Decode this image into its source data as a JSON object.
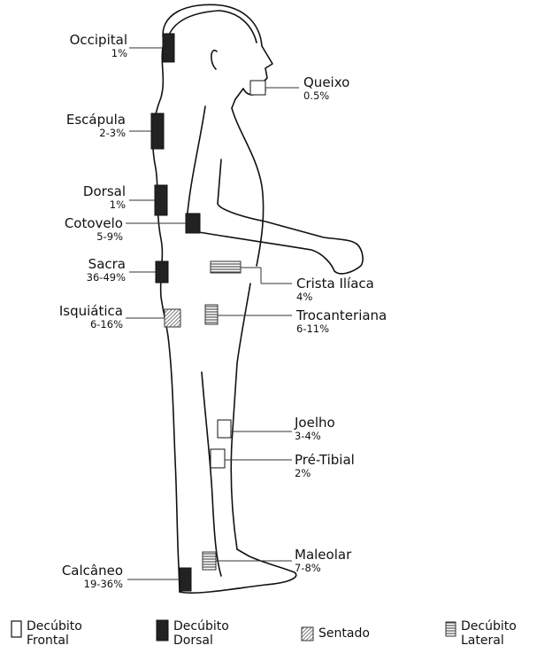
{
  "sites": {
    "occipital": {
      "name": "Occipital",
      "percent": "1%"
    },
    "escapula": {
      "name": "Escápula",
      "percent": "2-3%"
    },
    "dorsal": {
      "name": "Dorsal",
      "percent": "1%"
    },
    "cotovelo": {
      "name": "Cotovelo",
      "percent": "5-9%"
    },
    "sacra": {
      "name": "Sacra",
      "percent": "36-49%"
    },
    "isquiatica": {
      "name": "Isquiática",
      "percent": "6-16%"
    },
    "calcaneo": {
      "name": "Calcâneo",
      "percent": "19-36%"
    },
    "queixo": {
      "name": "Queixo",
      "percent": "0.5%"
    },
    "crista_iliaca": {
      "name": "Crista Ilíaca",
      "percent": "4%"
    },
    "trocanteriana": {
      "name": "Trocanteriana",
      "percent": "6-11%"
    },
    "joelho": {
      "name": "Joelho",
      "percent": "3-4%"
    },
    "pre_tibial": {
      "name": "Pré-Tibial",
      "percent": "2%"
    },
    "maleolar": {
      "name": "Maleolar",
      "percent": "7-8%"
    }
  },
  "legend": {
    "frontal": {
      "line1": "Decúbito",
      "line2": "Frontal"
    },
    "dorsal": {
      "line1": "Decúbito",
      "line2": "Dorsal"
    },
    "sentado": {
      "line1": "Sentado"
    },
    "lateral": {
      "line1": "Decúbito",
      "line2": "Lateral"
    }
  },
  "colors": {
    "ink": "#111111",
    "dorsal_fill": "#222222",
    "frontal_fill": "#ffffff"
  }
}
